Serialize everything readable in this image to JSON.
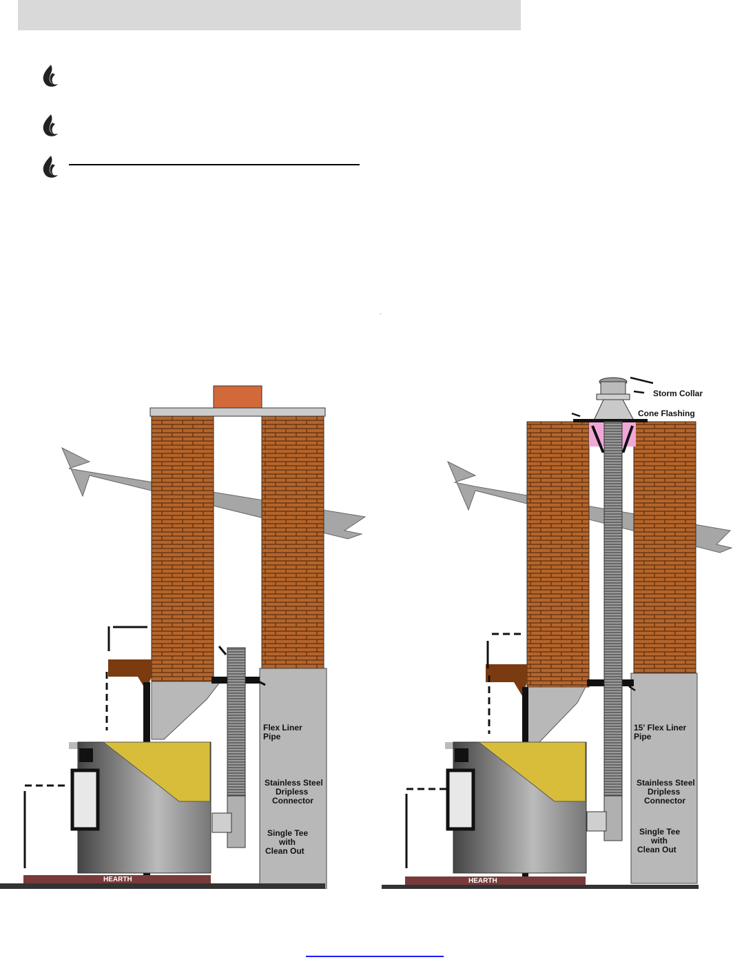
{
  "header": {
    "title": ""
  },
  "bullets": [
    {
      "icon": "flame-bullet-icon"
    },
    {
      "icon": "flame-bullet-icon"
    },
    {
      "icon": "flame-bullet-icon"
    }
  ],
  "figure_left": {
    "labels": {
      "flex_liner": [
        "Flex Liner",
        "Pipe"
      ],
      "connector": [
        "Stainless Steel",
        "Dripless",
        "Connector"
      ],
      "tee": [
        "Single Tee",
        "with",
        "Clean Out"
      ],
      "hearth": "HEARTH"
    }
  },
  "figure_right": {
    "labels": {
      "storm_collar": "Storm Collar",
      "cone_flashing": "Cone Flashing",
      "flex_liner": [
        "15' Flex Liner",
        "Pipe"
      ],
      "connector": [
        "Stainless Steel",
        "Dripless",
        "Connector"
      ],
      "tee": [
        "Single Tee",
        "with",
        "Clean Out"
      ],
      "hearth": "HEARTH"
    }
  },
  "colors": {
    "brick": "#b5652a",
    "mortar": "#5a2e0f",
    "gray": "#b3b3b3",
    "stove_gold": "#d8bd3a",
    "hearth": "#7a3a3a",
    "floor": "#333333",
    "chimney_cap": "#d2693a",
    "insulation": "#f2a6d8"
  }
}
